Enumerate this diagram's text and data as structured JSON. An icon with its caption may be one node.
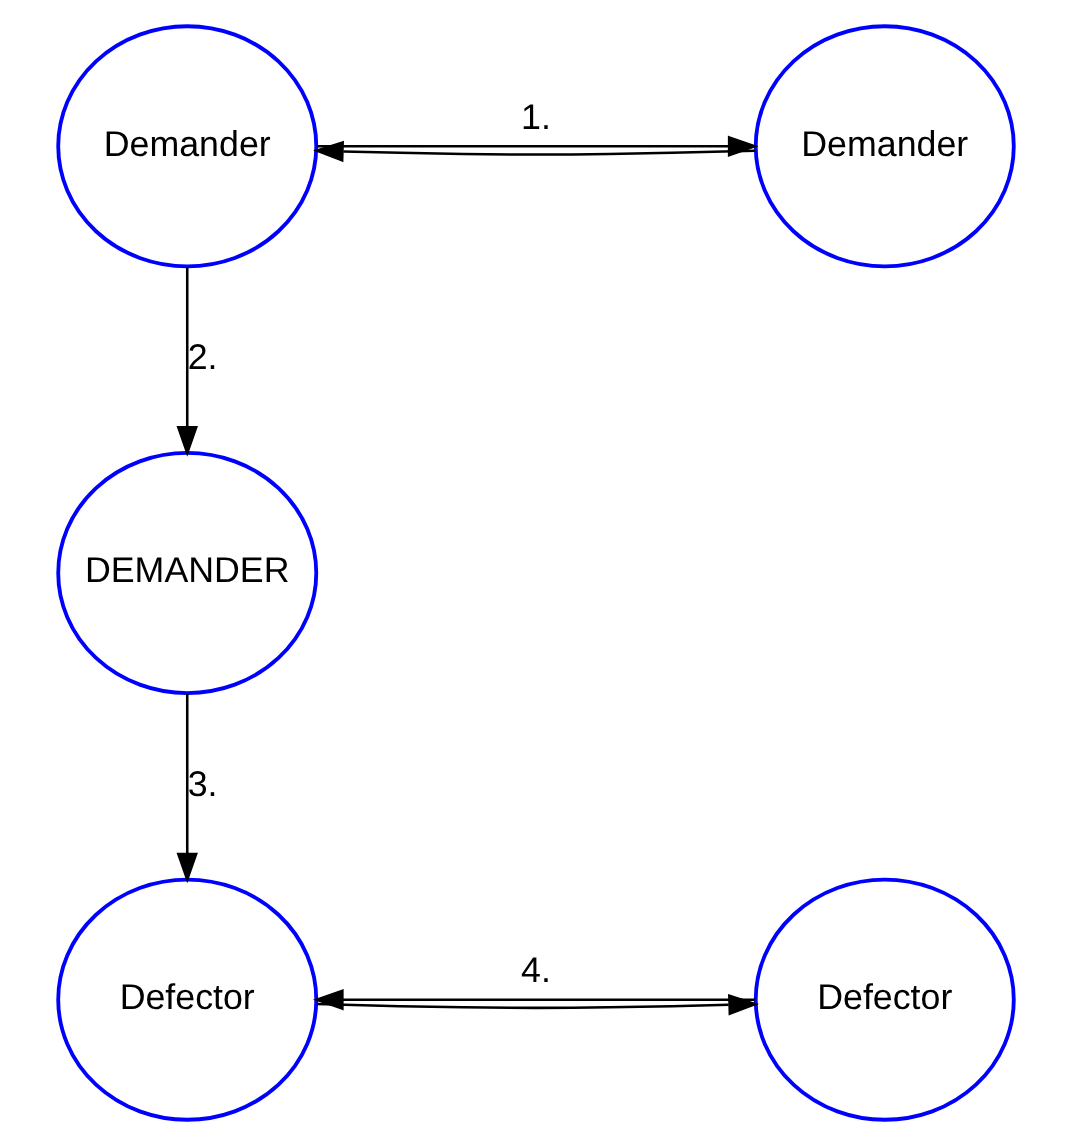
{
  "diagram": {
    "nodes": [
      {
        "text": [
          "Demander"
        ]
      },
      {
        "text": [
          "Demander"
        ]
      },
      {
        "text": [
          "DEMANDER"
        ]
      },
      {
        "text": [
          "Defector"
        ]
      },
      {
        "text": [
          "Defector"
        ]
      }
    ],
    "edges": [
      {
        "from": 0,
        "to": 1,
        "arrow": "to",
        "label": "1."
      },
      {
        "from": 1,
        "to": 0,
        "arrow": "to"
      },
      {
        "from": 0,
        "to": 2,
        "arrow": "to",
        "label": "2."
      },
      {
        "from": 2,
        "to": 3,
        "arrow": "to",
        "label": "3."
      },
      {
        "from": 3,
        "to": 4,
        "arrow": "to"
      },
      {
        "from": 4,
        "to": 3,
        "arrow": "to",
        "label": "4."
      }
    ]
  }
}
